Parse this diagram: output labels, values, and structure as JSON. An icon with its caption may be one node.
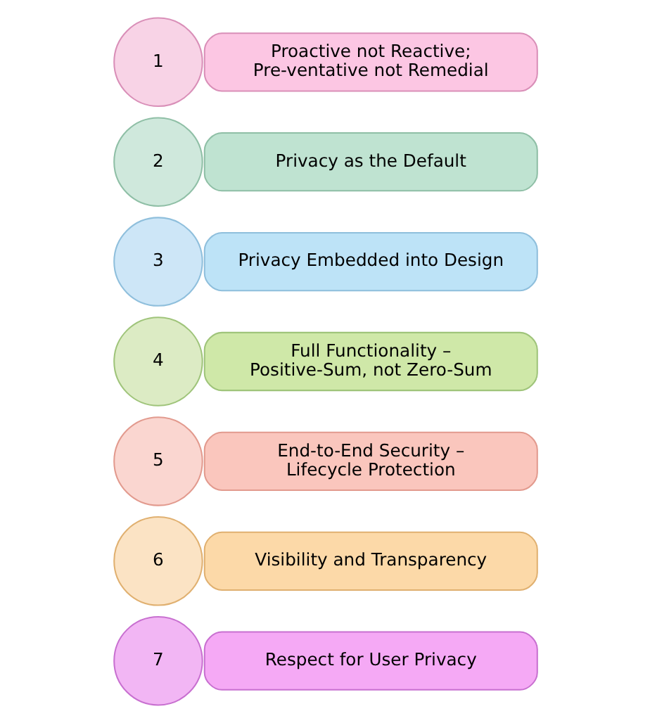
{
  "diagram": {
    "nodes": [
      {
        "text": [
          "1"
        ]
      },
      {
        "text": [
          "Proactive not Reactive; Pre-ventative not Remedial"
        ]
      },
      {
        "text": [
          "2"
        ]
      },
      {
        "text": [
          "Privacy as the Default"
        ]
      },
      {
        "text": [
          "3"
        ]
      },
      {
        "text": [
          "Privacy Embedded into Design"
        ]
      },
      {
        "text": [
          "4"
        ]
      },
      {
        "text": [
          "Full Functionality – Positive-Sum, not Zero-Sum"
        ]
      },
      {
        "text": [
          "5"
        ]
      },
      {
        "text": [
          "End-to-End Security – Lifecycle Protection"
        ]
      },
      {
        "text": [
          "6"
        ]
      },
      {
        "text": [
          "Visibility and Transparency"
        ]
      },
      {
        "text": [
          "7"
        ]
      },
      {
        "text": [
          "Respect for User Privacy"
        ]
      }
    ]
  }
}
